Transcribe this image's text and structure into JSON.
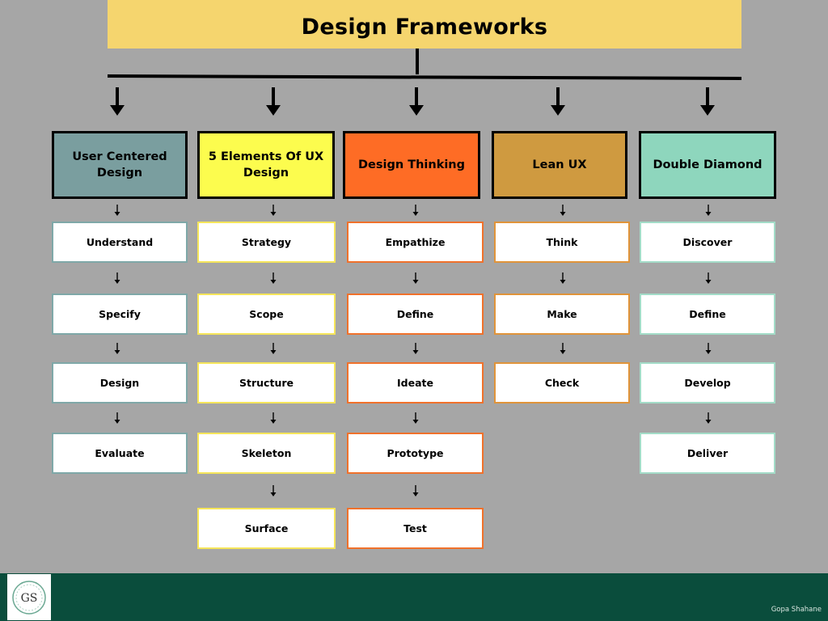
{
  "title": "Design Frameworks",
  "author": "Gopa Shahane",
  "logo": {
    "initials": "GS"
  },
  "frameworks": [
    {
      "name": "User Centered Design",
      "header_color": "#7a9e9f",
      "border_color": "#7fa8a8",
      "steps": [
        "Understand",
        "Specify",
        "Design",
        "Evaluate"
      ]
    },
    {
      "name": "5 Elements Of UX Design",
      "header_color": "#fcfc4e",
      "border_color": "#f5e55a",
      "steps": [
        "Strategy",
        "Scope",
        "Structure",
        "Skeleton",
        "Surface"
      ]
    },
    {
      "name": "Design Thinking",
      "header_color": "#fe6c25",
      "border_color": "#f0712b",
      "steps": [
        "Empathize",
        "Define",
        "Ideate",
        "Prototype",
        "Test"
      ]
    },
    {
      "name": "Lean UX",
      "header_color": "#cf9a40",
      "border_color": "#e0943a",
      "steps": [
        "Think",
        "Make",
        "Check"
      ]
    },
    {
      "name": "Double Diamond",
      "header_color": "#8ed6bd",
      "border_color": "#a3dcc8",
      "steps": [
        "Discover",
        "Define",
        "Develop",
        "Deliver"
      ]
    }
  ]
}
